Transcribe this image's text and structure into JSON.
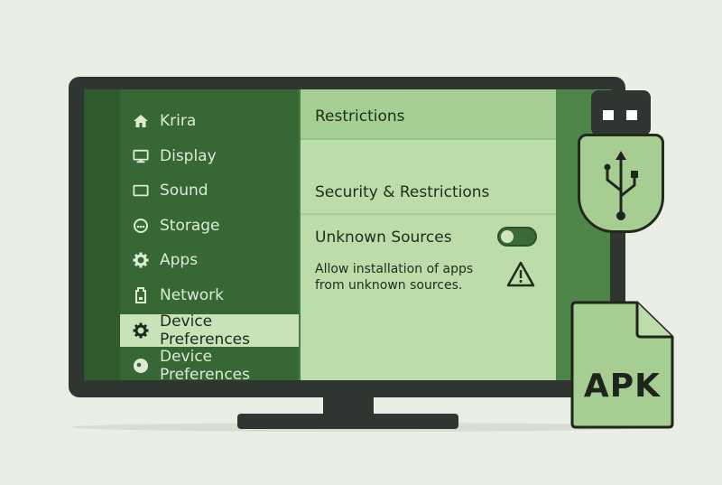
{
  "sidebar": {
    "items": [
      {
        "label": "Krira",
        "icon": "home-icon"
      },
      {
        "label": "Display",
        "icon": "monitor-icon"
      },
      {
        "label": "Sound",
        "icon": "sound-icon"
      },
      {
        "label": "Storage",
        "icon": "storage-icon"
      },
      {
        "label": "Apps",
        "icon": "gear-icon"
      },
      {
        "label": "Network",
        "icon": "network-icon"
      },
      {
        "label": "Device Preferences",
        "icon": "gear-icon",
        "selected": true
      },
      {
        "label": "Device Preferences",
        "icon": "device-icon"
      }
    ]
  },
  "panel": {
    "title": "Restrictions",
    "section_title": "Security & Restrictions",
    "setting_label": "Unknown Sources",
    "toggle_on": false,
    "description": "Allow installation of apps from unknown sources.",
    "warning_icon": "warning-triangle-icon"
  },
  "apk": {
    "label": "APK",
    "usb_icon": "usb-symbol-icon"
  },
  "colors": {
    "sidebar": "#386736",
    "selected": "#c8e3b8",
    "panel": "#bcdcaa",
    "bezel": "#2f3530"
  }
}
